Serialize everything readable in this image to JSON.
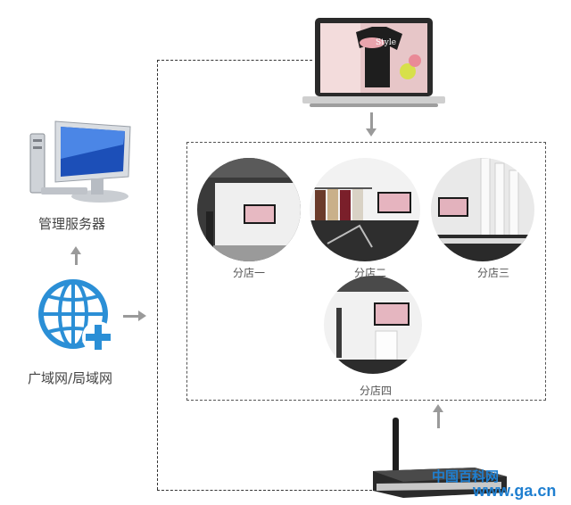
{
  "server": {
    "label": "管理服务器"
  },
  "network": {
    "label": "广域网/局域网"
  },
  "laptop": {
    "screen_text": "Style"
  },
  "stores": [
    {
      "label": "分店一"
    },
    {
      "label": "分店二"
    },
    {
      "label": "分店三"
    },
    {
      "label": "分店四"
    }
  ],
  "watermark": {
    "line1": "中国百科网",
    "line2": "www.ga.cn"
  },
  "colors": {
    "network_blue": "#2b8fd6",
    "dashed_line": "#333333",
    "arrow_gray": "#9a9a9a",
    "watermark_blue": "#1f7fd0"
  }
}
